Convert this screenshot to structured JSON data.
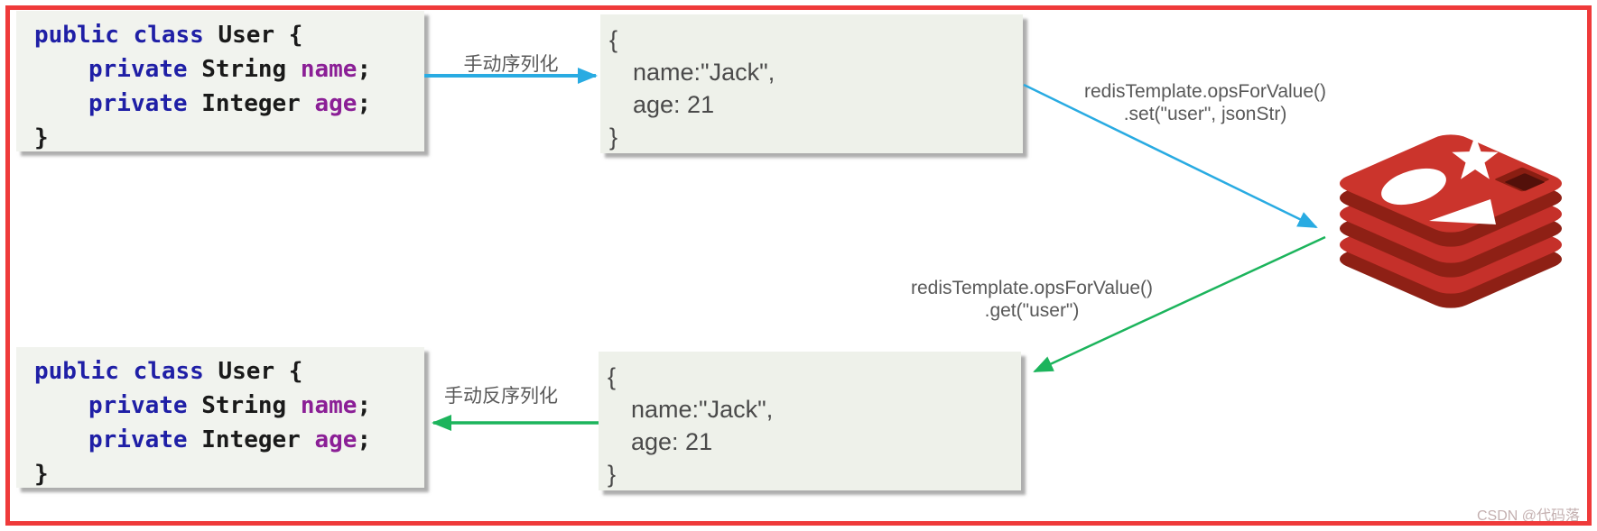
{
  "java_class": {
    "l1_kw": "public class",
    "l1_rest": " User {",
    "l2_kw": "private",
    "l2_type": " String ",
    "l2_field": "name",
    "l2_punct": ";",
    "l3_kw": "private",
    "l3_type": " Integer ",
    "l3_field": "age",
    "l3_punct": ";",
    "l4": "}"
  },
  "json_value": {
    "open": "{",
    "name_line": "name:\"Jack\",",
    "age_line": "age: 21",
    "close": "}"
  },
  "labels": {
    "serialize": "手动序列化",
    "deserialize": "手动反序列化",
    "set_line1": "redisTemplate.opsForValue()",
    "set_line2": ".set(\"user\", jsonStr)",
    "get_line1": "redisTemplate.opsForValue()",
    "get_line2": ".get(\"user\")"
  },
  "icons": {
    "redis_logo": "redis-database-logo"
  },
  "colors": {
    "frame_red": "#ef3a3a",
    "arrow_blue": "#29abe2",
    "arrow_green": "#1cb45c",
    "keyword_blue": "#1f1fa6",
    "field_purple": "#8b1f96",
    "code_box_bg": "#f1f3ee",
    "json_box_bg": "#eef1ea",
    "redis_red": "#c5302a",
    "redis_dark_red": "#8e2015"
  },
  "watermark": "CSDN @代码落"
}
